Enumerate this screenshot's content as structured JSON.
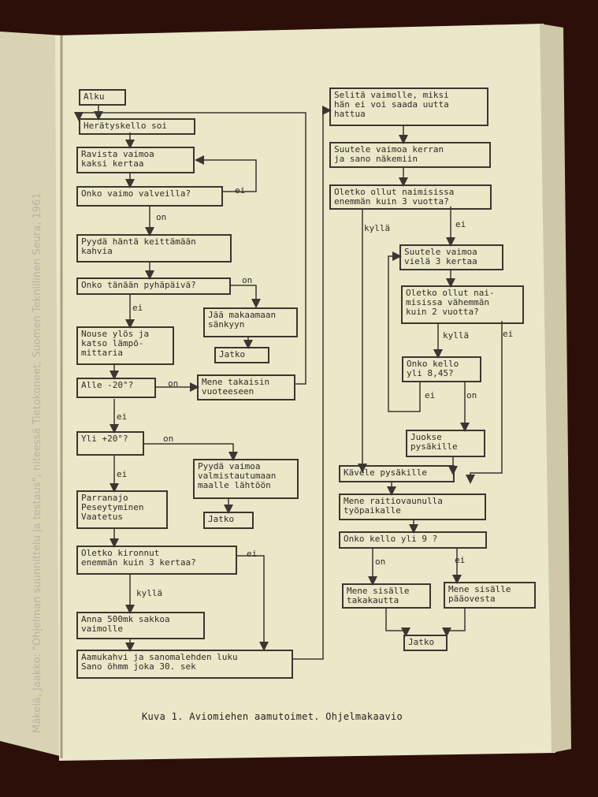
{
  "credit": "Mäkelä, Jaakko: \"Ohjelman suunnittelu ja testaus\", niteessä Tietokoneet, Suomen Teknillinen Seura, 1961",
  "caption": "Kuva 1. Aviomiehen aamutoimet. Ohjelmakaavio",
  "nodes": {
    "alku": "Alku",
    "heratyskello": "Herätyskello soi",
    "ravista": "Ravista vaimoa\nkaksi kertaa",
    "valveilla": "Onko vaimo valveilla?",
    "pyyda_kahvia": "Pyydä häntä keittämään\nkahvia",
    "pyhapaiva": "Onko tänään pyhäpäivä?",
    "jaa_makaamaan": "Jää makaamaan\nsänkyyn",
    "jatko1": "Jatko",
    "nouse": "Nouse ylös ja\nkatso lämpö-\nmittaria",
    "alle20": "Alle -20°?",
    "mene_takaisin": "Mene takaisin\nvuoteeseen",
    "yli20": "Yli +20°?",
    "pyyda_vaimoa": "Pyydä vaimoa\nvalmistautumaan\nmaalle lähtöön",
    "jatko2": "Jatko",
    "parranajo": "Parranajo\nPeseytyminen\nVaatetus",
    "kironnut": "Oletko kironnut\nenemmän kuin 3 kertaa?",
    "sakko": "Anna 500mk sakkoa\nvaimolle",
    "aamukahvi": "Aamukahvi ja sanomalehden luku\nSano öhmm joka 30. sek",
    "selita": "Selitä vaimolle, miksi\nhän ei voi saada uutta\nhattua",
    "suutele_kerran": "Suutele vaimoa kerran\nja sano näkemiin",
    "naimisissa3": "Oletko ollut naimisissa\nenemmän kuin 3 vuotta?",
    "suutele3": "Suutele vaimoa\nvielä 3 kertaa",
    "naimisissa2": "Oletko ollut nai-\nmisissa vähemmän\nkuin 2 vuotta?",
    "kello845": "Onko kello\nyli 8,45?",
    "juokse": "Juokse\npysäkille",
    "kavele": "Kävele pysäkille",
    "raitiovaunu": "Mene raitiovaunulla\ntyöpaikalle",
    "kello9": "Onko kello yli 9 ?",
    "takakautta": "Mene sisälle\ntakakautta",
    "paaovesta": "Mene sisälle\npääovesta",
    "jatko3": "Jatko"
  },
  "edge_labels": {
    "ei_valveilla": "ei",
    "on_valveilla": "on",
    "on_pyha": "on",
    "ei_pyha": "ei",
    "on_alle": "on",
    "ei_alle": "ei",
    "on_yli": "on",
    "ei_yli": "ei",
    "ei_kironnut": "ei",
    "kylla_kironnut": "kyllä",
    "kylla_nai3": "kyllä",
    "ei_nai3": "ei",
    "kylla_nai2": "kyllä",
    "ei_nai2": "ei",
    "ei_845": "ei",
    "on_845": "on",
    "on_9": "on",
    "ei_9": "ei"
  }
}
